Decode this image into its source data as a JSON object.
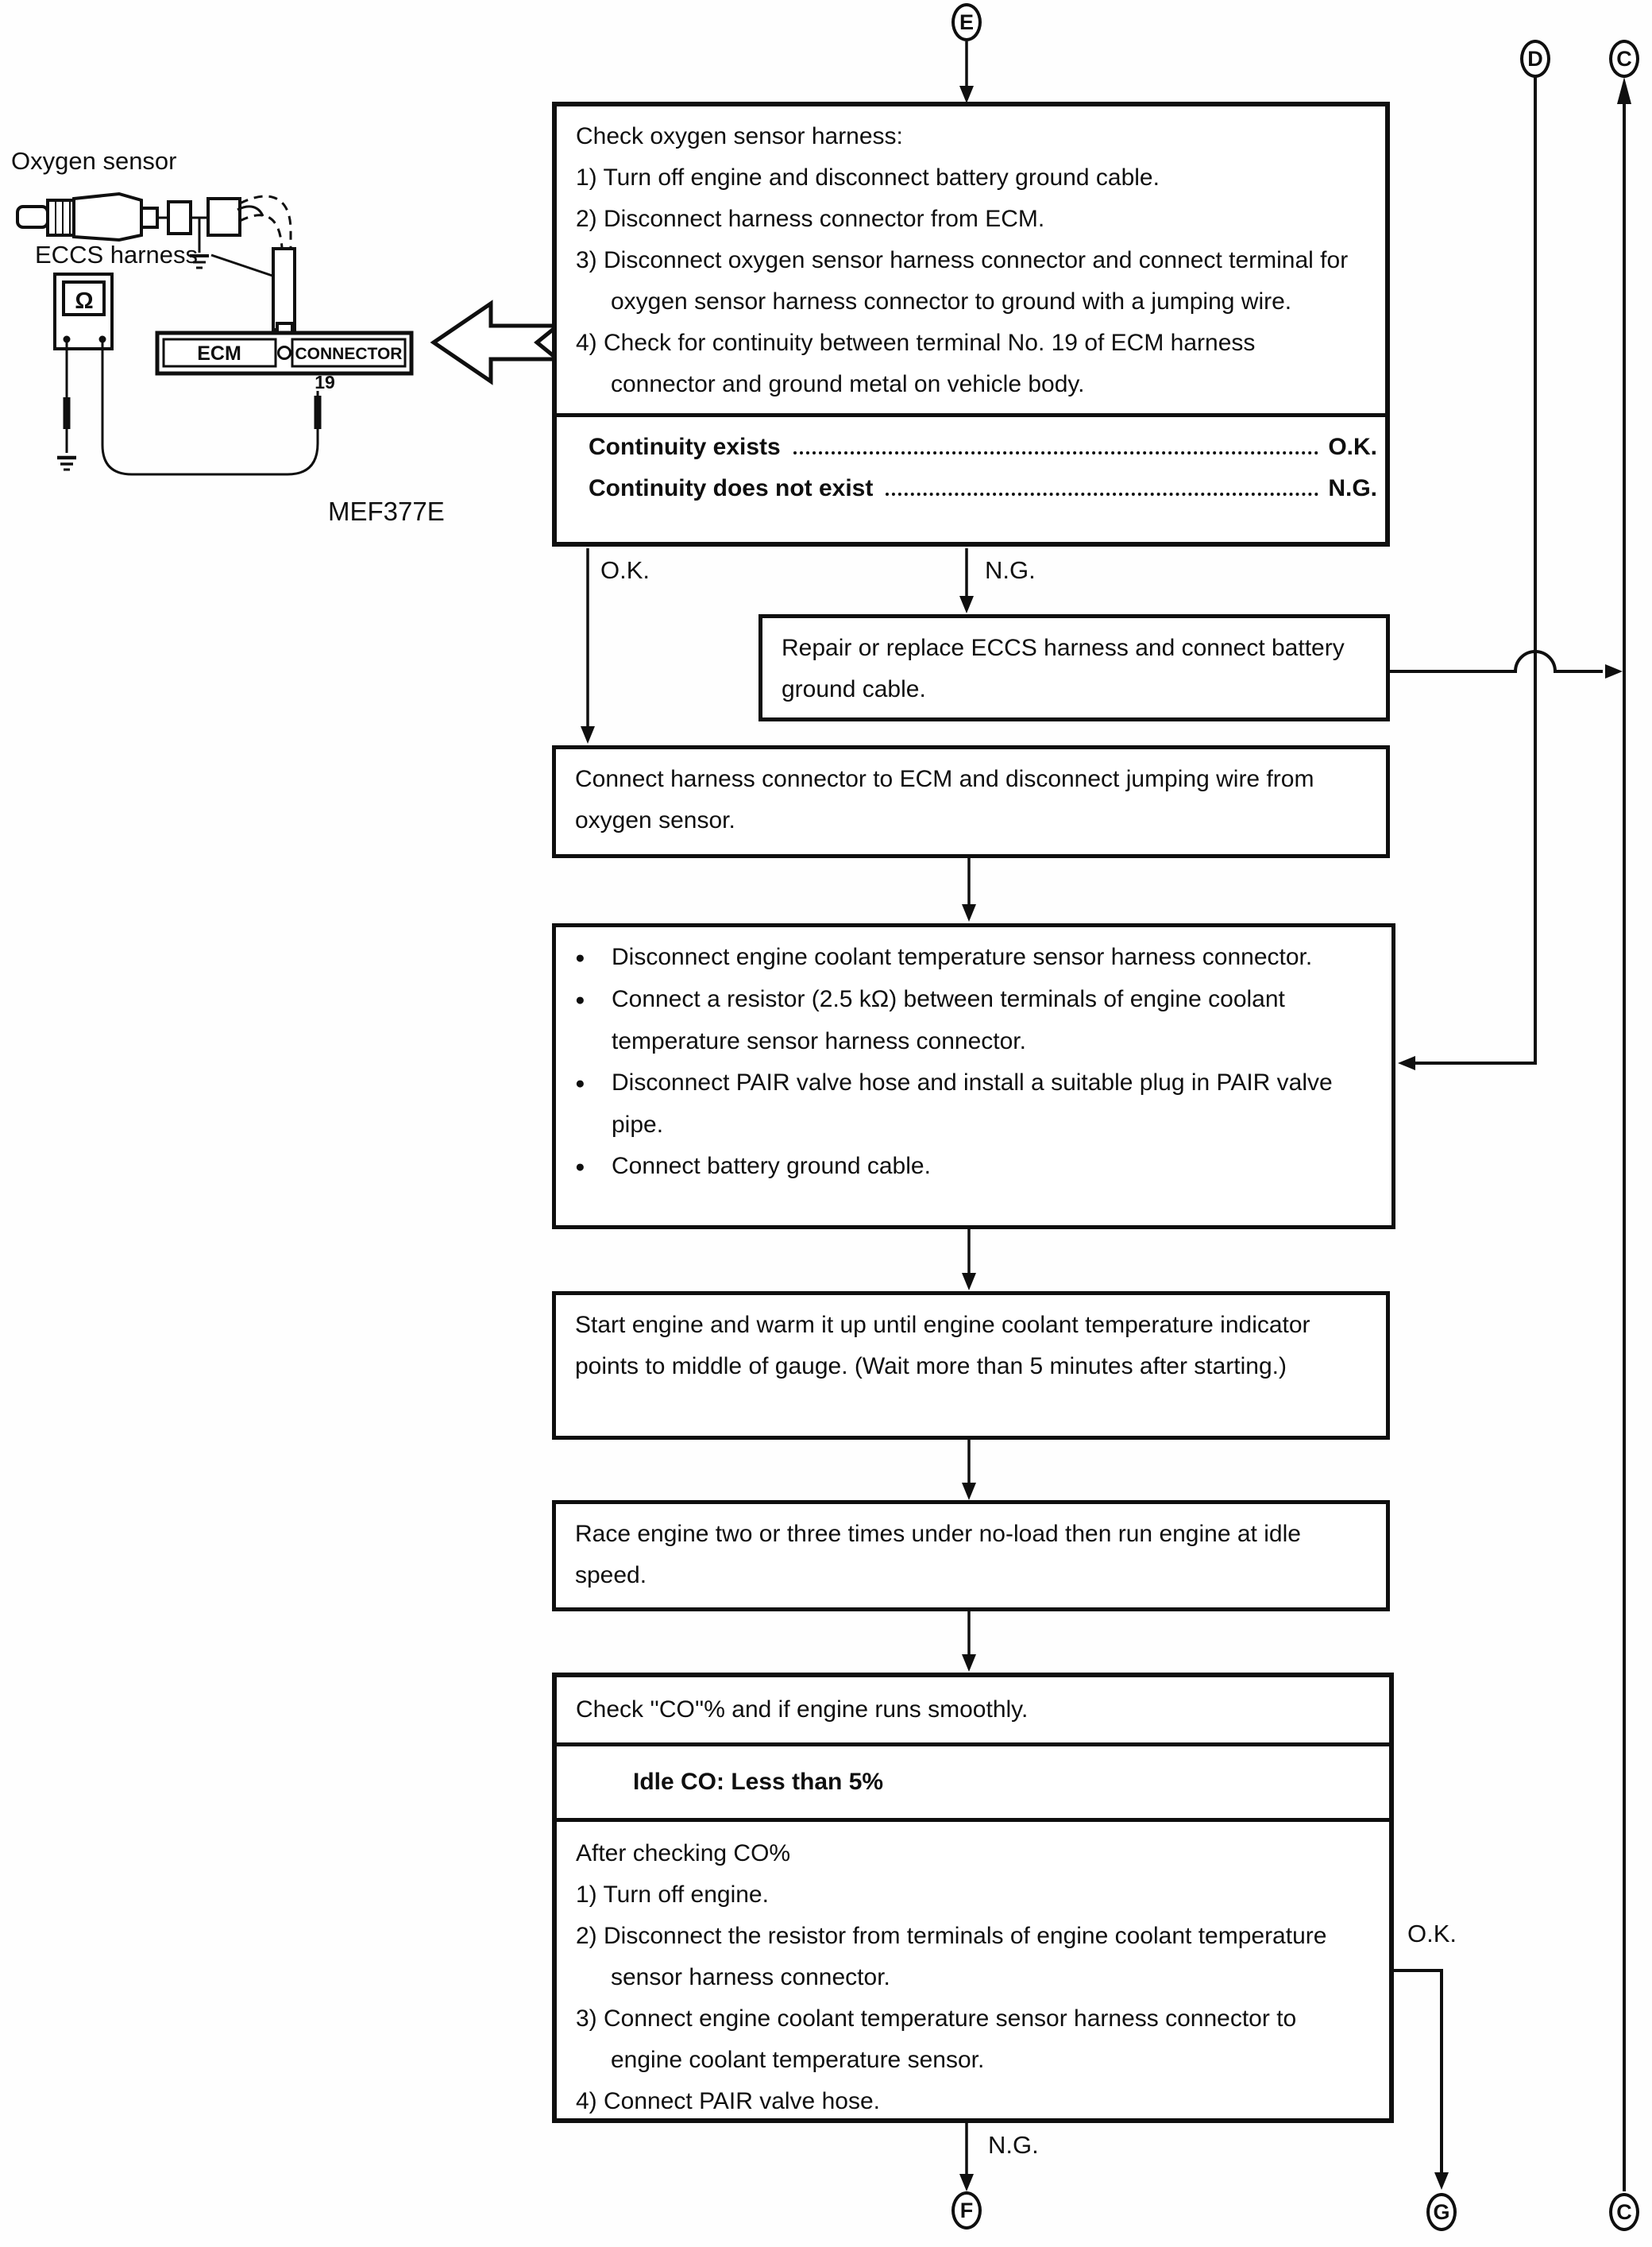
{
  "ui": {
    "bullet": "●"
  },
  "connectors": {
    "top_entry": "E",
    "top_d": "D",
    "top_c": "C",
    "bottom_f": "F",
    "bottom_g": "G",
    "bottom_c": "C"
  },
  "branch_labels": {
    "ok_left": "O.K.",
    "ng_top": "N.G.",
    "ok_right": "O.K.",
    "ng_bottom": "N.G."
  },
  "diagram": {
    "title": "Oxygen sensor",
    "harness_label": "ECCS harness",
    "meter_symbol": "Ω",
    "ecm": "ECM",
    "connector": "CONNECTOR",
    "terminal_no": "19",
    "figure_code": "MEF377E"
  },
  "check_box": {
    "title": "Check oxygen sensor harness:",
    "steps": [
      "1) Turn off engine and disconnect battery ground cable.",
      "2) Disconnect harness connector from ECM.",
      "3) Disconnect oxygen sensor harness connector and connect terminal for oxygen sensor harness connector to ground with a jumping wire.",
      "4) Check for continuity between terminal No. 19 of ECM harness connector and ground metal on vehicle body."
    ],
    "results": [
      {
        "condition": "Continuity exists",
        "outcome": "O.K."
      },
      {
        "condition": "Continuity does not exist",
        "outcome": "N.G."
      }
    ]
  },
  "repair_box": {
    "text": "Repair or replace ECCS harness and connect battery ground cable."
  },
  "connect_box": {
    "text": "Connect harness connector to ECM and disconnect jumping wire from oxygen sensor."
  },
  "prepare_box": {
    "items": [
      "Disconnect engine coolant temperature sensor harness connector.",
      "Connect a resistor (2.5 kΩ) between terminals of engine coolant temperature sensor harness connector.",
      "Disconnect PAIR valve hose and install a suitable plug in PAIR valve pipe.",
      "Connect battery ground cable."
    ]
  },
  "warmup_box": {
    "text": "Start engine and warm it up until engine coolant temperature indicator points to middle of gauge. (Wait more than 5 minutes after starting.)"
  },
  "race_box": {
    "text": "Race engine two or three times under no-load then run engine at idle speed."
  },
  "co_box": {
    "check_line": "Check ''CO''% and if engine runs smoothly.",
    "spec": "Idle CO: Less than 5%",
    "after_title": "After checking CO%",
    "steps": [
      "1) Turn off engine.",
      "2) Disconnect the resistor from terminals of engine coolant temperature sensor harness connector.",
      "3) Connect engine coolant temperature sensor harness connector to engine coolant temperature sensor.",
      "4) Connect PAIR valve hose."
    ]
  }
}
